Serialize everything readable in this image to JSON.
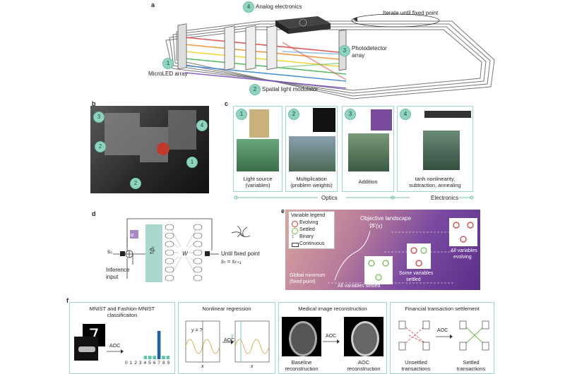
{
  "panel_labels": {
    "a": "a",
    "b": "b",
    "c": "c",
    "d": "d",
    "e": "e",
    "f": "f"
  },
  "panel_a": {
    "analog_badge": "4",
    "analog_label": "Analog electronics",
    "iterate_label": "Iterate until fixed point",
    "microled_badge": "1",
    "microled_label": "MicroLED array",
    "slm_badge": "2",
    "slm_label": "Spatial light modulator",
    "photo_badge": "3",
    "photo_label_1": "Photodetector",
    "photo_label_2": "array"
  },
  "panel_b": {
    "badges": [
      "3",
      "2",
      "2",
      "1",
      "4"
    ]
  },
  "panel_c": {
    "cards": [
      {
        "badge": "1",
        "caption_1": "Light source",
        "caption_2": "(variables)"
      },
      {
        "badge": "2",
        "caption_1": "Multiplication",
        "caption_2": "(problem weights)"
      },
      {
        "badge": "3",
        "caption_1": "Addition",
        "caption_2": ""
      },
      {
        "badge": "4",
        "caption_1": "tanh nonlinearity,",
        "caption_2": "subtraction, annealing"
      }
    ],
    "optics_label": "Optics",
    "electronics_label": "Electronics"
  },
  "panel_d": {
    "alpha": "α",
    "s0": "s₀",
    "inference_1": "Inference",
    "inference_2": "input",
    "f_label": "f₍β₎",
    "w_label": "W",
    "until": "Until fixed point",
    "st": "sₜ = sₜ₊₁"
  },
  "panel_e": {
    "legend_title": "Variable legend",
    "evolving": "Evolving",
    "settled": "Settled",
    "binary": "Binary",
    "continuous": "Continuous",
    "objective": "Objective landscape",
    "grad": "∇F(x)",
    "global_1": "Global minimum",
    "global_2": "(fixed point)",
    "all_settled": "All variables settled",
    "some_1": "Some variables",
    "some_2": "settled",
    "all_evolving_1": "All variables",
    "all_evolving_2": "evolving"
  },
  "panel_f": {
    "mnist_title_1": "MNIST and Fashion-MNIST",
    "mnist_title_2": "classificaiton",
    "aoc": "AOC",
    "digits": "0 1 2 3 4 5 6 7 8 9",
    "bars": [
      0,
      0,
      0,
      0,
      0.12,
      0.12,
      0.12,
      1.0,
      0.12,
      0.12
    ],
    "regression_title": "Nonlinear regression",
    "y_q": "y = ?",
    "y": "y",
    "x": "x",
    "medical_title": "Medical image reconstruction",
    "baseline_1": "Baseline",
    "baseline_2": "reconstruction",
    "aoc_recon_1": "AOC",
    "aoc_recon_2": "reconstruction",
    "financial_title": "Financial transaction settlement",
    "unsettled_1": "Unsettled",
    "unsettled_2": "transactions",
    "settled_1": "Settled",
    "settled_2": "transactions"
  },
  "colors": {
    "badge": "#8fd3c1",
    "box_border": "#9fd7cb",
    "bar": "#1f5fa8",
    "bar_light": "#5cc3a8",
    "curve": "#d8b25a"
  }
}
